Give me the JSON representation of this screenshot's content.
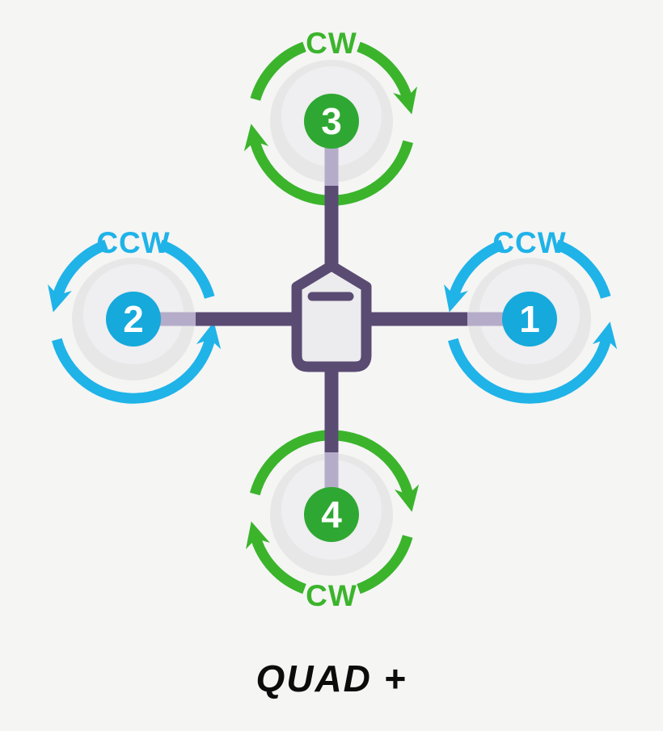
{
  "title": "QUAD +",
  "motors": [
    {
      "number": "1",
      "rotation": "CCW",
      "position": "right"
    },
    {
      "number": "2",
      "rotation": "CCW",
      "position": "left"
    },
    {
      "number": "3",
      "rotation": "CW",
      "position": "top"
    },
    {
      "number": "4",
      "rotation": "CW",
      "position": "bottom"
    }
  ],
  "colors": {
    "background": "#F5F5F4",
    "cw_green": "#3BB42C",
    "cw_badge_green": "#2EA832",
    "ccw_cyan": "#1FB3E8",
    "ccw_badge_cyan": "#15A9DC",
    "frame_purple": "#5A4B73",
    "arm_lavender": "#B4ACC9",
    "motor_pad_gray": "#E8E7E8",
    "body_fill": "#ECEBED",
    "title_text": "#0C0C0C",
    "number_text": "#FFFFFF"
  },
  "icons": {
    "cw_ring": "clockwise-rotation-arrows-icon",
    "ccw_ring": "counterclockwise-rotation-arrows-icon",
    "center_body": "flight-controller-body-icon"
  }
}
